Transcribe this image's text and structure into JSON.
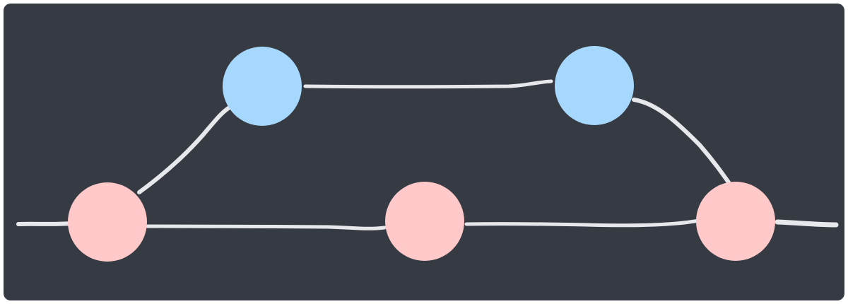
{
  "diagram": {
    "type": "branch-graph",
    "background_color": "#363a42",
    "edge_color": "#e6e8eb",
    "main_node_color": "#ffc8c9",
    "branch_node_color": "#a6d8fd",
    "main_nodes": [
      {
        "id": "main-commit-1",
        "role": "main"
      },
      {
        "id": "main-commit-2",
        "role": "main"
      },
      {
        "id": "main-commit-3",
        "role": "merge"
      }
    ],
    "branch_nodes": [
      {
        "id": "branch-commit-1",
        "role": "branch"
      },
      {
        "id": "branch-commit-2",
        "role": "branch"
      }
    ],
    "edges": [
      {
        "from": "start",
        "to": "main-commit-1"
      },
      {
        "from": "main-commit-1",
        "to": "main-commit-2"
      },
      {
        "from": "main-commit-2",
        "to": "main-commit-3"
      },
      {
        "from": "main-commit-3",
        "to": "end"
      },
      {
        "from": "main-commit-1",
        "to": "branch-commit-1"
      },
      {
        "from": "branch-commit-1",
        "to": "branch-commit-2"
      },
      {
        "from": "branch-commit-2",
        "to": "main-commit-3"
      }
    ]
  }
}
